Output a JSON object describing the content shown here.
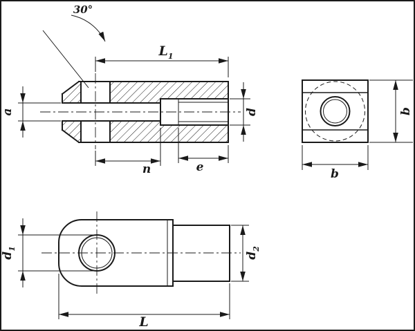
{
  "drawing": {
    "background": "#ffffff",
    "line_color": "#1a1a1a",
    "labels": {
      "chamfer_angle": "30°",
      "length_upper": {
        "base": "L",
        "sub": "1"
      },
      "slot_width": "a",
      "thread_diameter": "d",
      "slot_depth": "n",
      "thread_depth": "e",
      "width_side": "b",
      "width_bottom": "b",
      "hole_diameter": {
        "base": "d",
        "sub": "1"
      },
      "shank_diameter": {
        "base": "d",
        "sub": "2"
      },
      "overall_length": "L"
    }
  }
}
